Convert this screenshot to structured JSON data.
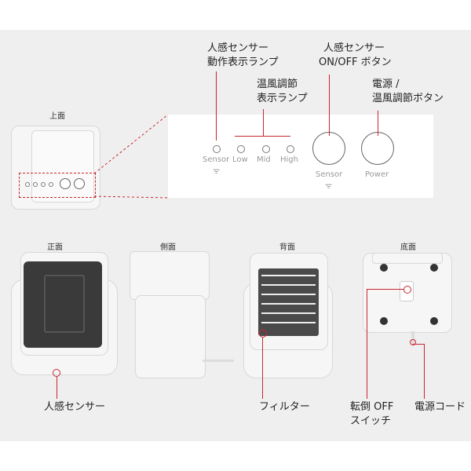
{
  "labels": {
    "top_view": "上面",
    "front_view": "正面",
    "side_view": "側面",
    "back_view": "背面",
    "bottom_view": "底面"
  },
  "callouts": {
    "sensor_lamp_line1": "人感センサー",
    "sensor_lamp_line2": "動作表示ランプ",
    "warm_lamp_line1": "温風調節",
    "warm_lamp_line2": "表示ランプ",
    "sensor_button_line1": "人感センサー",
    "sensor_button_line2": "ON/OFF ボタン",
    "power_button_line1": "電源 /",
    "power_button_line2": "温風調節ボタン",
    "human_sensor": "人感センサー",
    "filter": "フィルター",
    "tip_switch_line1": "転倒 OFF",
    "tip_switch_line2": "スイッチ",
    "power_cord": "電源コード"
  },
  "panel_labels": {
    "sensor": "Sensor",
    "low": "Low",
    "mid": "Mid",
    "high": "High",
    "sensor_button": "Sensor",
    "power_button": "Power"
  },
  "colors": {
    "accent": "#c8262f",
    "background": "#efefef"
  }
}
